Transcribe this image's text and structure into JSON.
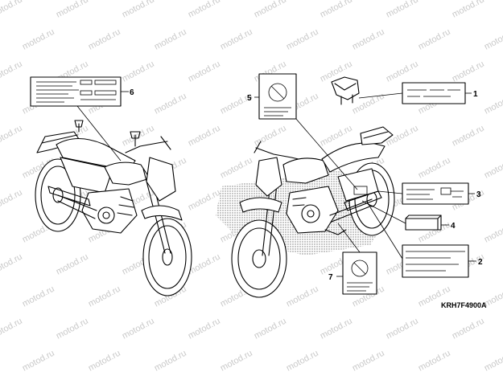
{
  "watermark": "motod.ru",
  "figure_code": "KRH7F4900A",
  "callouts": [
    "1",
    "2",
    "3",
    "4",
    "5",
    "6",
    "7"
  ]
}
